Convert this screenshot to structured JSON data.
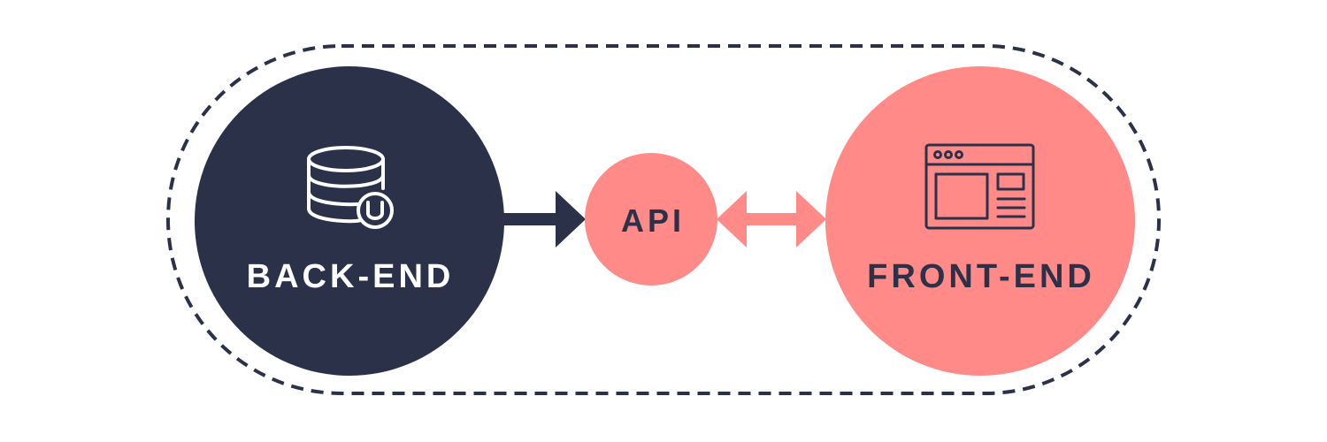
{
  "diagram": {
    "colors": {
      "navy": "#2B3149",
      "coral": "#FF8A87",
      "white": "#FFFFFF",
      "dashed_border": "#2B3149"
    },
    "nodes": {
      "backend": {
        "label": "BACK-END",
        "icon": "database-icon"
      },
      "api": {
        "label": "API"
      },
      "frontend": {
        "label": "FRONT-END",
        "icon": "browser-window-icon"
      }
    },
    "connections": [
      {
        "from": "backend",
        "to": "api",
        "type": "one-way-arrow",
        "color": "#2B3149"
      },
      {
        "from": "api",
        "to": "frontend",
        "type": "two-way-arrow",
        "color": "#FF8A87"
      }
    ]
  }
}
